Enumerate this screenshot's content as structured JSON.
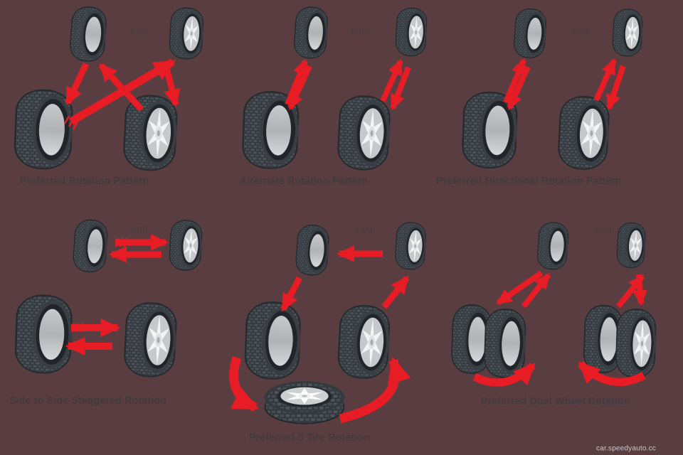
{
  "page": {
    "background_color": "#5a3d41",
    "watermark": "car.speedyauto.cc"
  },
  "colors": {
    "arrow_red": "#e71c24",
    "label_text": "#433a40",
    "tire_dark": "#31373c",
    "tire_tread_light": "#4d545a",
    "rim_ring_dark": "#212529",
    "barrel_light": "#b9bbbd",
    "alloy_wheel_light": "#c6c8ca",
    "watermark_text": "#c9c9ca"
  },
  "panels": [
    {
      "id": "preferred-rotation",
      "title": "Preferred Rotation Pattern",
      "front_label": "front",
      "wheels": 4,
      "rotation_arrows": "front-left to rear-left, rear-left crosses to front-right, rear-right crosses to front-left, front-right to rear-right"
    },
    {
      "id": "alternate-rotation",
      "title": "Alternate Rotation Pattern",
      "front_label": "front",
      "wheels": 4,
      "rotation_arrows": "double arrows front-to-rear on each side"
    },
    {
      "id": "preferred-directional-rotation",
      "title": "Preferred Directional Rotation Pattern",
      "front_label": "front",
      "wheels": 4,
      "rotation_arrows": "double arrows front-to-rear on each side"
    },
    {
      "id": "side-to-side-staggered",
      "title": "Side to Side Staggered Rotation",
      "front_label": "front",
      "wheels": 4,
      "rotation_arrows": "horizontal double arrows between left and right wheels on front axle and rear axle"
    },
    {
      "id": "five-tire-rotation",
      "title": "Preferred 5 Tire Rotation",
      "front_label": "front",
      "wheels": 5,
      "rotation_arrows": "front-right to front-left, front-left to rear-left, rear-left curves to spare, spare curves to rear-right, rear-right to front-right"
    },
    {
      "id": "dual-wheel-rotation",
      "title": "Preferred Dual Wheel Rotation",
      "front_label": "front",
      "wheels": 6,
      "rotation_arrows": "double arrows between front single wheel and rear dual wheels on each side, curved swap arrow under each dual pair"
    }
  ]
}
